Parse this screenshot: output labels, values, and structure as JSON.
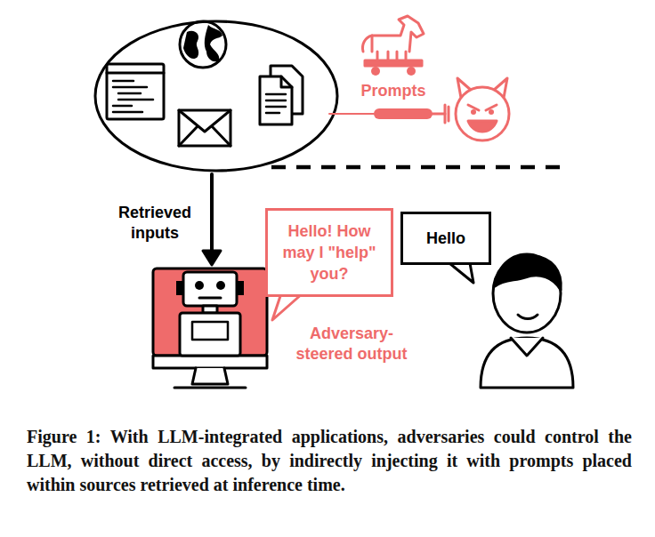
{
  "diagram": {
    "caption": "Figure 1: With LLM-integrated applications, adversaries could control the LLM, without direct access, by indirectly injecting it with prompts placed within sources retrieved at inference time.",
    "nodes": [
      {
        "text": [
          "Hello! How may I \"help\" you?"
        ]
      },
      {
        "text": [
          "Hello"
        ]
      }
    ],
    "labels": [
      "Prompts",
      "Retrieved inputs",
      "Adversary-steered output"
    ]
  }
}
